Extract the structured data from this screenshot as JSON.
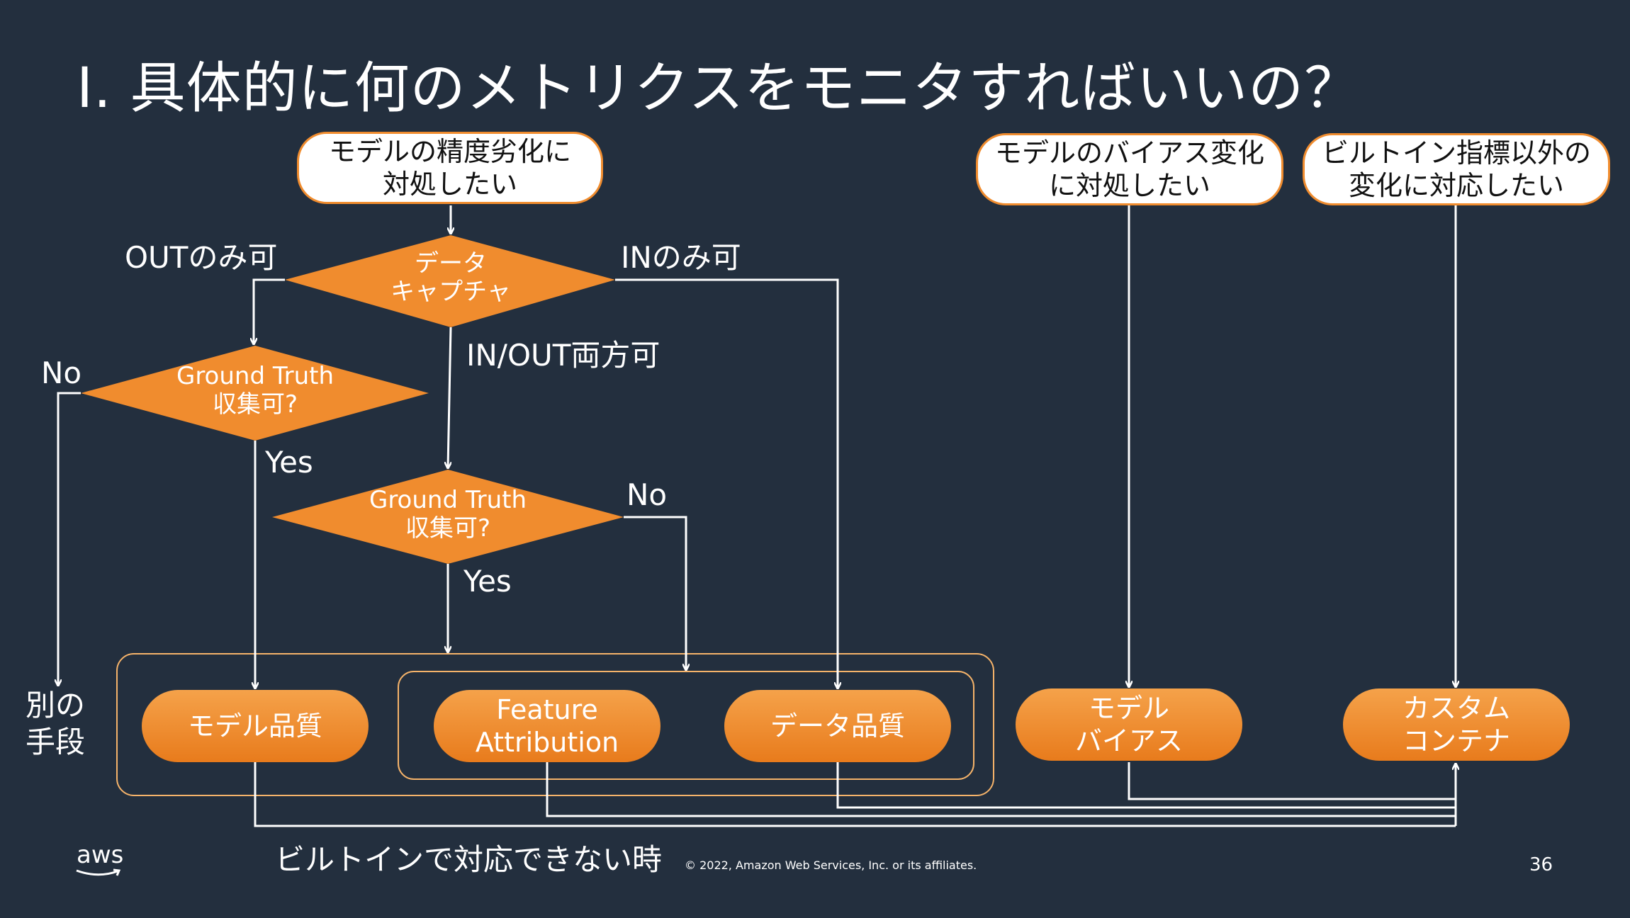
{
  "title": "I. 具体的に何のメトリクスをモニタすればいいの？",
  "starts": {
    "accuracy": [
      "モデルの精度劣化に",
      "対処したい"
    ],
    "bias": [
      "モデルのバイアス変化",
      "に対処したい"
    ],
    "other": [
      "ビルトイン指標以外の",
      "変化に対応したい"
    ]
  },
  "decisions": {
    "capture": [
      "データ",
      "キャプチャ"
    ],
    "gt_left": [
      "Ground Truth",
      "収集可?"
    ],
    "gt_center": [
      "Ground Truth",
      "収集可?"
    ]
  },
  "edge_labels": {
    "out_only": "OUTのみ可",
    "in_only": "INのみ可",
    "in_out": "IN/OUT両方可",
    "no_left": "No",
    "yes_left": "Yes",
    "no_center": "No",
    "yes_center": "Yes",
    "cannot_builtin": "ビルトインで対応できない時"
  },
  "terminals": {
    "other_means": [
      "別の",
      "手段"
    ],
    "model_quality": "モデル品質",
    "feature_attribution": [
      "Feature",
      "Attribution"
    ],
    "data_quality": "データ品質",
    "model_bias": [
      "モデル",
      "バイアス"
    ],
    "custom_container": [
      "カスタム",
      "コンテナ"
    ]
  },
  "footer": {
    "copyright": "© 2022, Amazon Web Services, Inc. or its affiliates.",
    "page_number": "36",
    "logo": "aws"
  },
  "colors": {
    "background": "#232f3e",
    "accent": "#f08c2e",
    "group_border": "#f5b36a",
    "text": "#ffffff"
  }
}
